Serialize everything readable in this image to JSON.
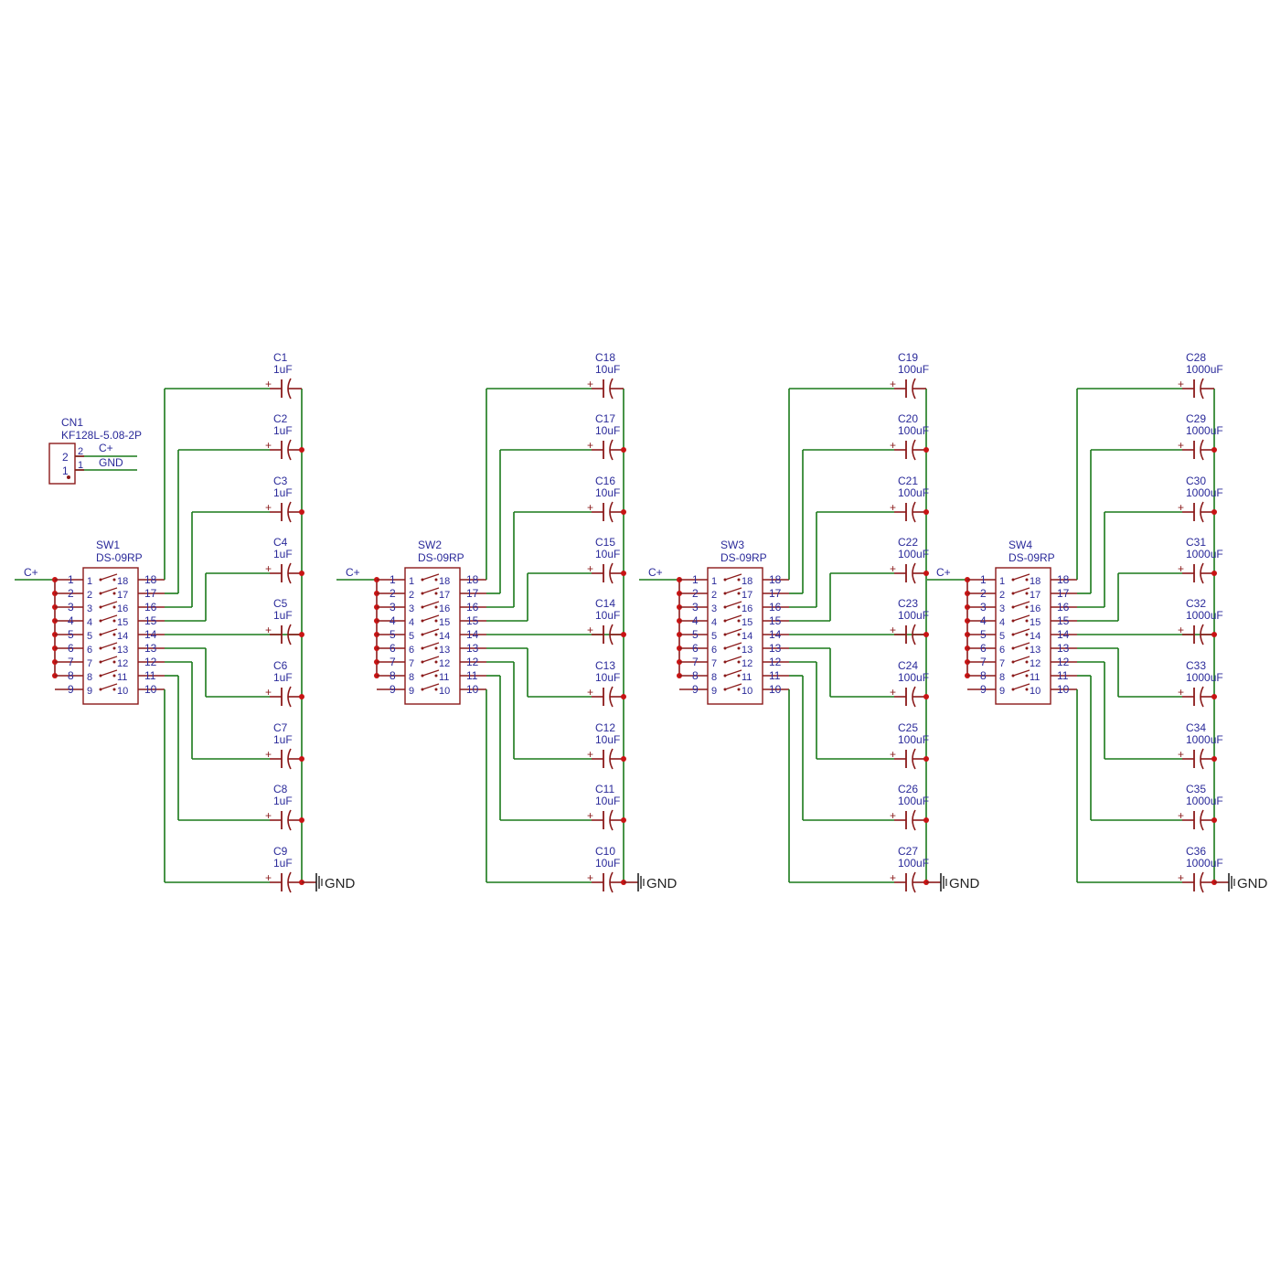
{
  "colors": {
    "wire": "#1a7a1a",
    "component": "#8b1a1a",
    "junction": "#c81414",
    "text": "#2a2a9a",
    "ground_text": "#222222"
  },
  "connector": {
    "ref": "CN1",
    "value": "KF128L-5.08-2P",
    "pins": [
      "2",
      "1"
    ],
    "nets": [
      "C+",
      "GND"
    ]
  },
  "input_net": "C+",
  "ground_label": "GND",
  "switch_pins_left": [
    "1",
    "2",
    "3",
    "4",
    "5",
    "6",
    "7",
    "8",
    "9"
  ],
  "switch_pins_right": [
    "18",
    "17",
    "16",
    "15",
    "14",
    "13",
    "12",
    "11",
    "10"
  ],
  "groups": [
    {
      "switch": {
        "ref": "SW1",
        "value": "DS-09RP"
      },
      "capacitors": [
        {
          "ref": "C1",
          "value": "1uF"
        },
        {
          "ref": "C2",
          "value": "1uF"
        },
        {
          "ref": "C3",
          "value": "1uF"
        },
        {
          "ref": "C4",
          "value": "1uF"
        },
        {
          "ref": "C5",
          "value": "1uF"
        },
        {
          "ref": "C6",
          "value": "1uF"
        },
        {
          "ref": "C7",
          "value": "1uF"
        },
        {
          "ref": "C8",
          "value": "1uF"
        },
        {
          "ref": "C9",
          "value": "1uF"
        }
      ]
    },
    {
      "switch": {
        "ref": "SW2",
        "value": "DS-09RP"
      },
      "capacitors": [
        {
          "ref": "C18",
          "value": "10uF"
        },
        {
          "ref": "C17",
          "value": "10uF"
        },
        {
          "ref": "C16",
          "value": "10uF"
        },
        {
          "ref": "C15",
          "value": "10uF"
        },
        {
          "ref": "C14",
          "value": "10uF"
        },
        {
          "ref": "C13",
          "value": "10uF"
        },
        {
          "ref": "C12",
          "value": "10uF"
        },
        {
          "ref": "C11",
          "value": "10uF"
        },
        {
          "ref": "C10",
          "value": "10uF"
        }
      ]
    },
    {
      "switch": {
        "ref": "SW3",
        "value": "DS-09RP"
      },
      "capacitors": [
        {
          "ref": "C19",
          "value": "100uF"
        },
        {
          "ref": "C20",
          "value": "100uF"
        },
        {
          "ref": "C21",
          "value": "100uF"
        },
        {
          "ref": "C22",
          "value": "100uF"
        },
        {
          "ref": "C23",
          "value": "100uF"
        },
        {
          "ref": "C24",
          "value": "100uF"
        },
        {
          "ref": "C25",
          "value": "100uF"
        },
        {
          "ref": "C26",
          "value": "100uF"
        },
        {
          "ref": "C27",
          "value": "100uF"
        }
      ]
    },
    {
      "switch": {
        "ref": "SW4",
        "value": "DS-09RP"
      },
      "capacitors": [
        {
          "ref": "C28",
          "value": "1000uF"
        },
        {
          "ref": "C29",
          "value": "1000uF"
        },
        {
          "ref": "C30",
          "value": "1000uF"
        },
        {
          "ref": "C31",
          "value": "1000uF"
        },
        {
          "ref": "C32",
          "value": "1000uF"
        },
        {
          "ref": "C33",
          "value": "1000uF"
        },
        {
          "ref": "C34",
          "value": "1000uF"
        },
        {
          "ref": "C35",
          "value": "1000uF"
        },
        {
          "ref": "C36",
          "value": "1000uF"
        }
      ]
    }
  ]
}
